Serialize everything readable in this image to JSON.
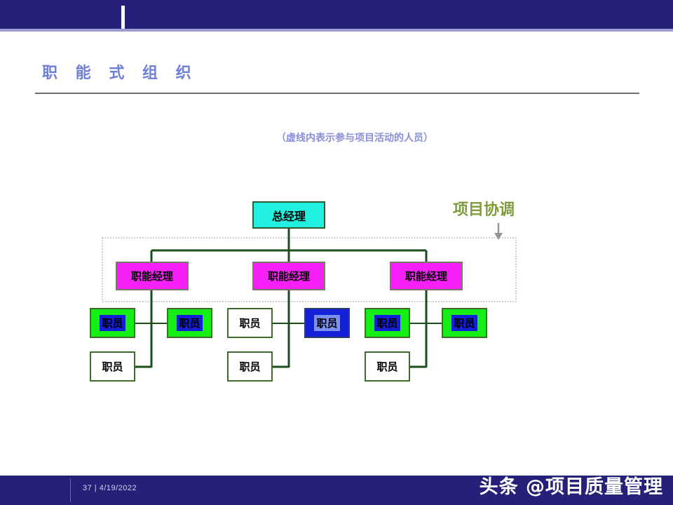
{
  "header": {
    "tick_mark": "white-tick",
    "bar_color": "#262178",
    "underline_color": "#9f9cd4"
  },
  "title": "职 能 式 组 织",
  "subtitle": "（虚线内表示参与项目活动的人员）",
  "chart_data": {
    "type": "diagram",
    "title": "职能式组织",
    "note": "（虚线内表示参与项目活动的人员）",
    "nodes": [
      {
        "id": "gm",
        "label": "总经理",
        "level": 0,
        "fill": "#22f0e0",
        "border": "#2c5d2c",
        "selected": false
      },
      {
        "id": "fm1",
        "label": "职能经理",
        "level": 1,
        "fill": "#f520f5",
        "border": "#78786a",
        "selected": false
      },
      {
        "id": "fm2",
        "label": "职能经理",
        "level": 1,
        "fill": "#f520f5",
        "border": "#78786a",
        "selected": false
      },
      {
        "id": "fm3",
        "label": "职能经理",
        "level": 1,
        "fill": "#f520f5",
        "border": "#78786a",
        "selected": false
      },
      {
        "id": "s1",
        "label": "职员",
        "level": 2,
        "fill": "#16ef16",
        "border": "#3f6b2f",
        "selected": true
      },
      {
        "id": "s2",
        "label": "职员",
        "level": 2,
        "fill": "#16ef16",
        "border": "#3f6b2f",
        "selected": true
      },
      {
        "id": "s3",
        "label": "职员",
        "level": 2,
        "fill": "#ffffff",
        "border": "#3f6b2f",
        "selected": false
      },
      {
        "id": "s4",
        "label": "职员",
        "level": 2,
        "fill": "#1320d8",
        "border": "#2f3f6b",
        "selected": true
      },
      {
        "id": "s5",
        "label": "职员",
        "level": 2,
        "fill": "#16ef16",
        "border": "#3f6b2f",
        "selected": true
      },
      {
        "id": "s6",
        "label": "职员",
        "level": 2,
        "fill": "#16ef16",
        "border": "#3f6b2f",
        "selected": true
      },
      {
        "id": "s7",
        "label": "职员",
        "level": 3,
        "fill": "#ffffff",
        "border": "#3f6b2f",
        "selected": false
      },
      {
        "id": "s8",
        "label": "职员",
        "level": 3,
        "fill": "#ffffff",
        "border": "#3f6b2f",
        "selected": false
      },
      {
        "id": "s9",
        "label": "职员",
        "level": 3,
        "fill": "#ffffff",
        "border": "#3f6b2f",
        "selected": false
      }
    ],
    "edges": [
      {
        "from": "gm",
        "to": "fm1"
      },
      {
        "from": "gm",
        "to": "fm2"
      },
      {
        "from": "gm",
        "to": "fm3"
      },
      {
        "from": "fm1",
        "to": "s1"
      },
      {
        "from": "fm1",
        "to": "s2"
      },
      {
        "from": "fm1",
        "to": "s7"
      },
      {
        "from": "fm2",
        "to": "s3"
      },
      {
        "from": "fm2",
        "to": "s4"
      },
      {
        "from": "fm2",
        "to": "s8"
      },
      {
        "from": "fm3",
        "to": "s5"
      },
      {
        "from": "fm3",
        "to": "s6"
      },
      {
        "from": "fm3",
        "to": "s9"
      }
    ],
    "dashed_region": {
      "label": "参与项目活动的人员",
      "contains": [
        "fm1",
        "fm2",
        "fm3"
      ],
      "style": "dotted"
    },
    "annotation": {
      "label": "项目协调",
      "color": "#7f9b3a",
      "arrow": "down"
    },
    "line_color": "#1d4d1d"
  },
  "nodes": {
    "gm": "总经理",
    "fm1": "职能经理",
    "fm2": "职能经理",
    "fm3": "职能经理",
    "s1": "职员",
    "s2": "职员",
    "s3": "职员",
    "s4": "职员",
    "s5": "职员",
    "s6": "职员",
    "s7": "职员",
    "s8": "职员",
    "s9": "职员"
  },
  "annotation": {
    "coordination_label": "项目协调"
  },
  "footer": {
    "slide_number": "37",
    "separator": "|",
    "date": "4/19/2022",
    "meta": "37  |  4/19/2022",
    "watermark": "头条 @项目质量管理",
    "bar_color": "#262178"
  }
}
